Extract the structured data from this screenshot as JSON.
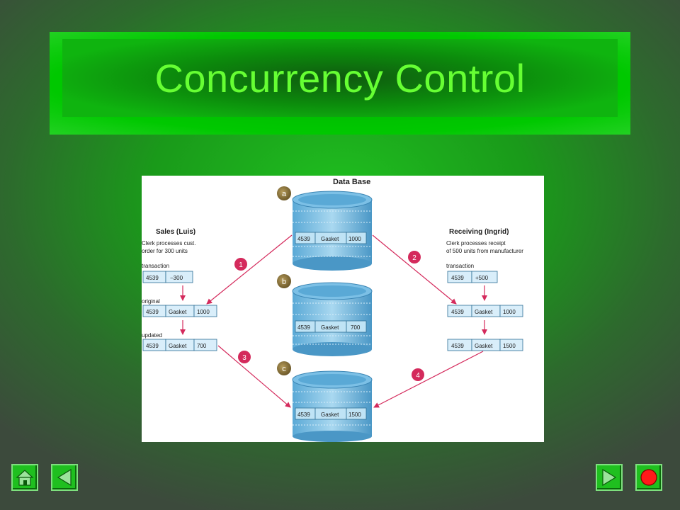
{
  "slide": {
    "title": "Concurrency Control"
  },
  "diagram": {
    "database_label": "Data Base",
    "step_markers": [
      "a",
      "b",
      "c"
    ],
    "arrow_numbers": [
      "1",
      "2",
      "3",
      "4"
    ],
    "left_panel": {
      "heading": "Sales (Luis)",
      "description_line1": "Clerk processes cust.",
      "description_line2": "order for 300 units",
      "transaction_label": "transaction",
      "transaction_record": [
        "4539",
        "−300"
      ],
      "original_label": "original",
      "original_record": [
        "4539",
        "Gasket",
        "1000"
      ],
      "updated_label": "updated",
      "updated_record": [
        "4539",
        "Gasket",
        "700"
      ]
    },
    "right_panel": {
      "heading": "Receiving (Ingrid)",
      "description_line1": "Clerk processes receipt",
      "description_line2": "of 500 units from manufacturer",
      "transaction_label": "transaction",
      "transaction_record": [
        "4539",
        "+500"
      ],
      "original_record": [
        "4539",
        "Gasket",
        "1000"
      ],
      "updated_record": [
        "4539",
        "Gasket",
        "1500"
      ]
    },
    "db_records": {
      "a": [
        "4539",
        "Gasket",
        "1000"
      ],
      "b": [
        "4539",
        "Gasket",
        "700"
      ],
      "c": [
        "4539",
        "Gasket",
        "1500"
      ]
    }
  },
  "navigation": {
    "home_icon": "home-icon",
    "back_icon": "triangle-left-icon",
    "forward_icon": "triangle-right-icon",
    "stop_icon": "stop-circle-icon"
  }
}
